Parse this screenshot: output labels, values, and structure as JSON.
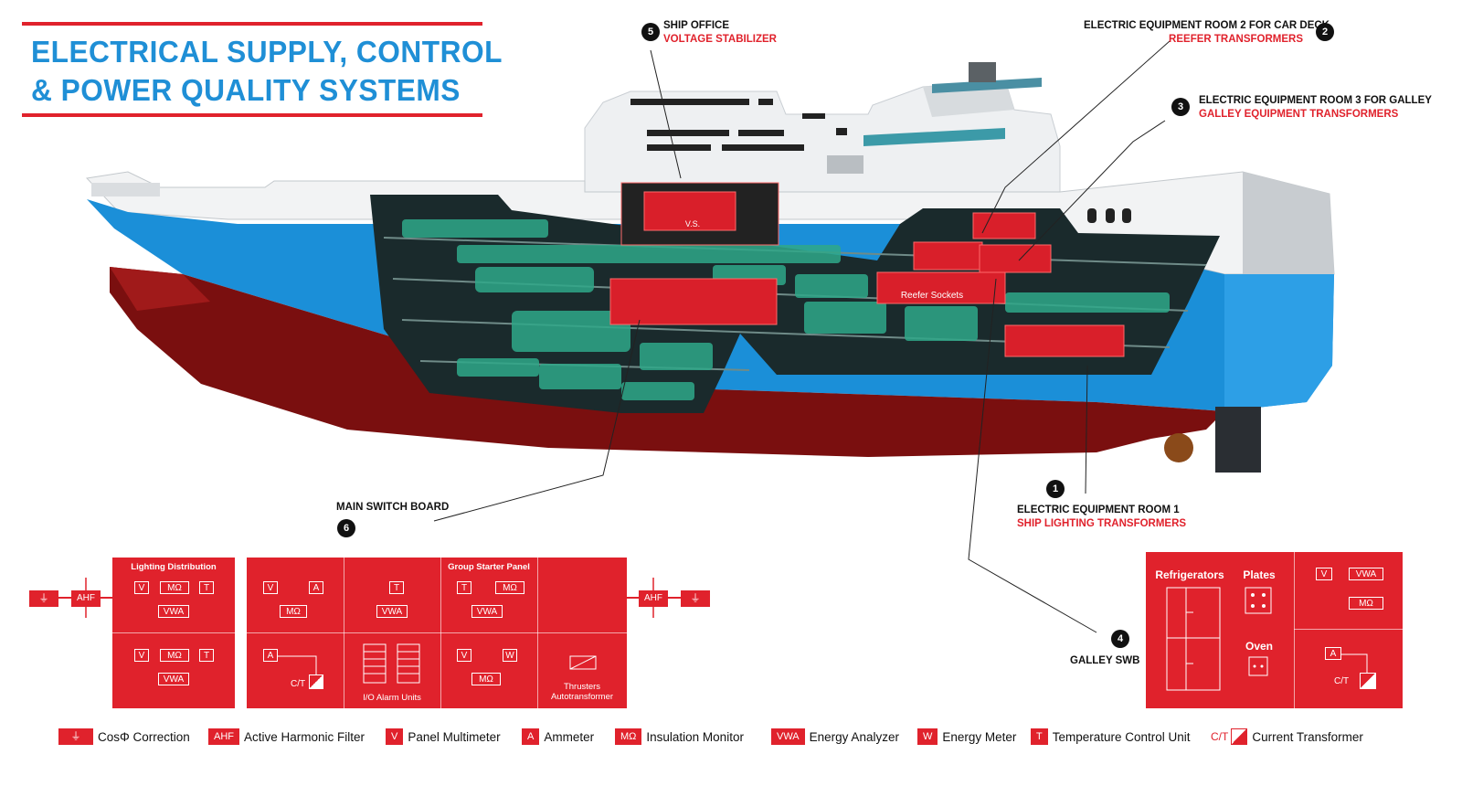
{
  "title": {
    "line1": "ELECTRICAL SUPPLY,  CONTROL",
    "line2": "&  POWER  QUALITY SYSTEMS"
  },
  "callouts": [
    {
      "num": "5",
      "name": "SHIP OFFICE",
      "sub": "VOLTAGE STABILIZER"
    },
    {
      "num": "2",
      "name": "ELECTRIC EQUIPMENT ROOM 2 FOR CAR DECK",
      "sub": "REEFER TRANSFORMERS"
    },
    {
      "num": "3",
      "name": "ELECTRIC EQUIPMENT ROOM 3 FOR GALLEY",
      "sub": "GALLEY EQUIPMENT TRANSFORMERS"
    },
    {
      "num": "1",
      "name": "ELECTRIC EQUIPMENT ROOM 1",
      "sub": "SHIP LIGHTING TRANSFORMERS"
    },
    {
      "num": "6",
      "name": "MAIN SWITCH BOARD",
      "sub": ""
    },
    {
      "num": "4",
      "name": "GALLEY SWB",
      "sub": ""
    }
  ],
  "ship_labels": {
    "vs": "V.S.",
    "reefer": "Reefer Sockets"
  },
  "panels": {
    "ahf": "AHF",
    "lighting": {
      "title": "Lighting Distribution",
      "v": "V",
      "mo": "MΩ",
      "t": "T",
      "vwa": "VWA"
    },
    "main": {
      "c1_top": {
        "v": "V",
        "a": "A",
        "mo": "MΩ"
      },
      "c2_top": {
        "t": "T",
        "vwa": "VWA"
      },
      "c3_top": {
        "title": "Group Starter Panel",
        "t": "T",
        "mo": "MΩ",
        "vwa": "VWA"
      },
      "c1_bot": {
        "a": "A",
        "ct": "C/T"
      },
      "c2_bot": {
        "label": "I/O Alarm Units"
      },
      "c3_bot": {
        "v": "V",
        "w": "W",
        "mo": "MΩ"
      },
      "c4_bot": {
        "label1": "Thrusters",
        "label2": "Autotransformer"
      }
    },
    "galley": {
      "refrigerators": "Refrigerators",
      "plates": "Plates",
      "oven": "Oven",
      "v": "V",
      "vwa": "VWA",
      "mo": "MΩ",
      "a": "A",
      "ct": "C/T"
    }
  },
  "legend": [
    {
      "sym": "⏚",
      "text": "CosΦ Correction"
    },
    {
      "sym": "AHF",
      "text": "Active Harmonic Filter"
    },
    {
      "sym": "V",
      "text": "Panel Multimeter"
    },
    {
      "sym": "A",
      "text": "Ammeter"
    },
    {
      "sym": "MΩ",
      "text": "Insulation Monitor"
    },
    {
      "sym": "VWA",
      "text": "Energy Analyzer"
    },
    {
      "sym": "W",
      "text": "Energy Meter"
    },
    {
      "sym": "T",
      "text": "Temperature Control Unit"
    },
    {
      "sym": "C/T",
      "text": "Current Transformer"
    }
  ]
}
